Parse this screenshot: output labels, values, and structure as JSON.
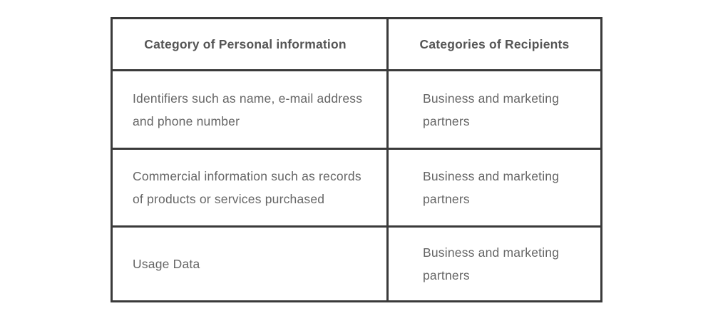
{
  "table": {
    "headers": {
      "category": "Category of Personal information",
      "recipients": "Categories of Recipients"
    },
    "rows": [
      {
        "category": "Identifiers such as name, e-mail address and phone number",
        "recipients": "Business and marketing partners"
      },
      {
        "category": "Commercial information such as records of products or services purchased",
        "recipients": "Business and marketing partners"
      },
      {
        "category": "Usage Data",
        "recipients": "Business and marketing partners"
      }
    ]
  }
}
